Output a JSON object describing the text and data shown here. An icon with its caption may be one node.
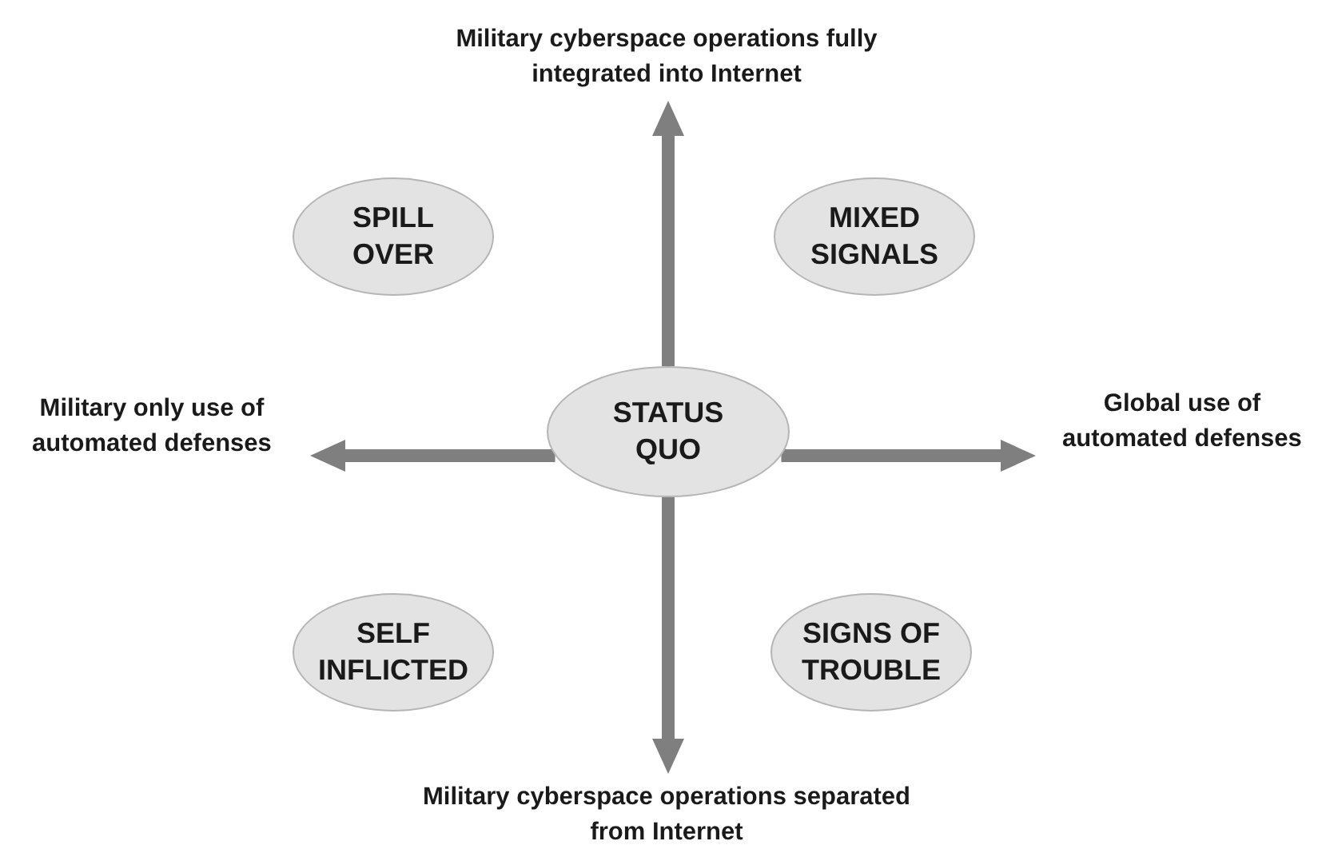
{
  "diagram": {
    "nodes": [
      {
        "text": [
          "Military cyberspace operations fully integrated into Internet"
        ]
      },
      {
        "text": [
          "SPILL OVER"
        ]
      },
      {
        "text": [
          "MIXED SIGNALS"
        ]
      },
      {
        "text": [
          "Military only use of automated defenses"
        ]
      },
      {
        "text": [
          "STATUS QUO"
        ]
      },
      {
        "text": [
          "Global use of automated defenses"
        ]
      },
      {
        "text": [
          "SELF INFLICTED"
        ]
      },
      {
        "text": [
          "SIGNS OF TROUBLE"
        ]
      },
      {
        "text": [
          "Military cyberspace operations separated from Internet"
        ]
      }
    ],
    "edges": [
      {
        "from": 4,
        "to": 0,
        "arrow": "to"
      },
      {
        "from": 4,
        "to": 3,
        "arrow": "to"
      },
      {
        "from": 4,
        "to": 5,
        "arrow": "to"
      },
      {
        "from": 4,
        "to": 8,
        "arrow": "to"
      }
    ]
  }
}
